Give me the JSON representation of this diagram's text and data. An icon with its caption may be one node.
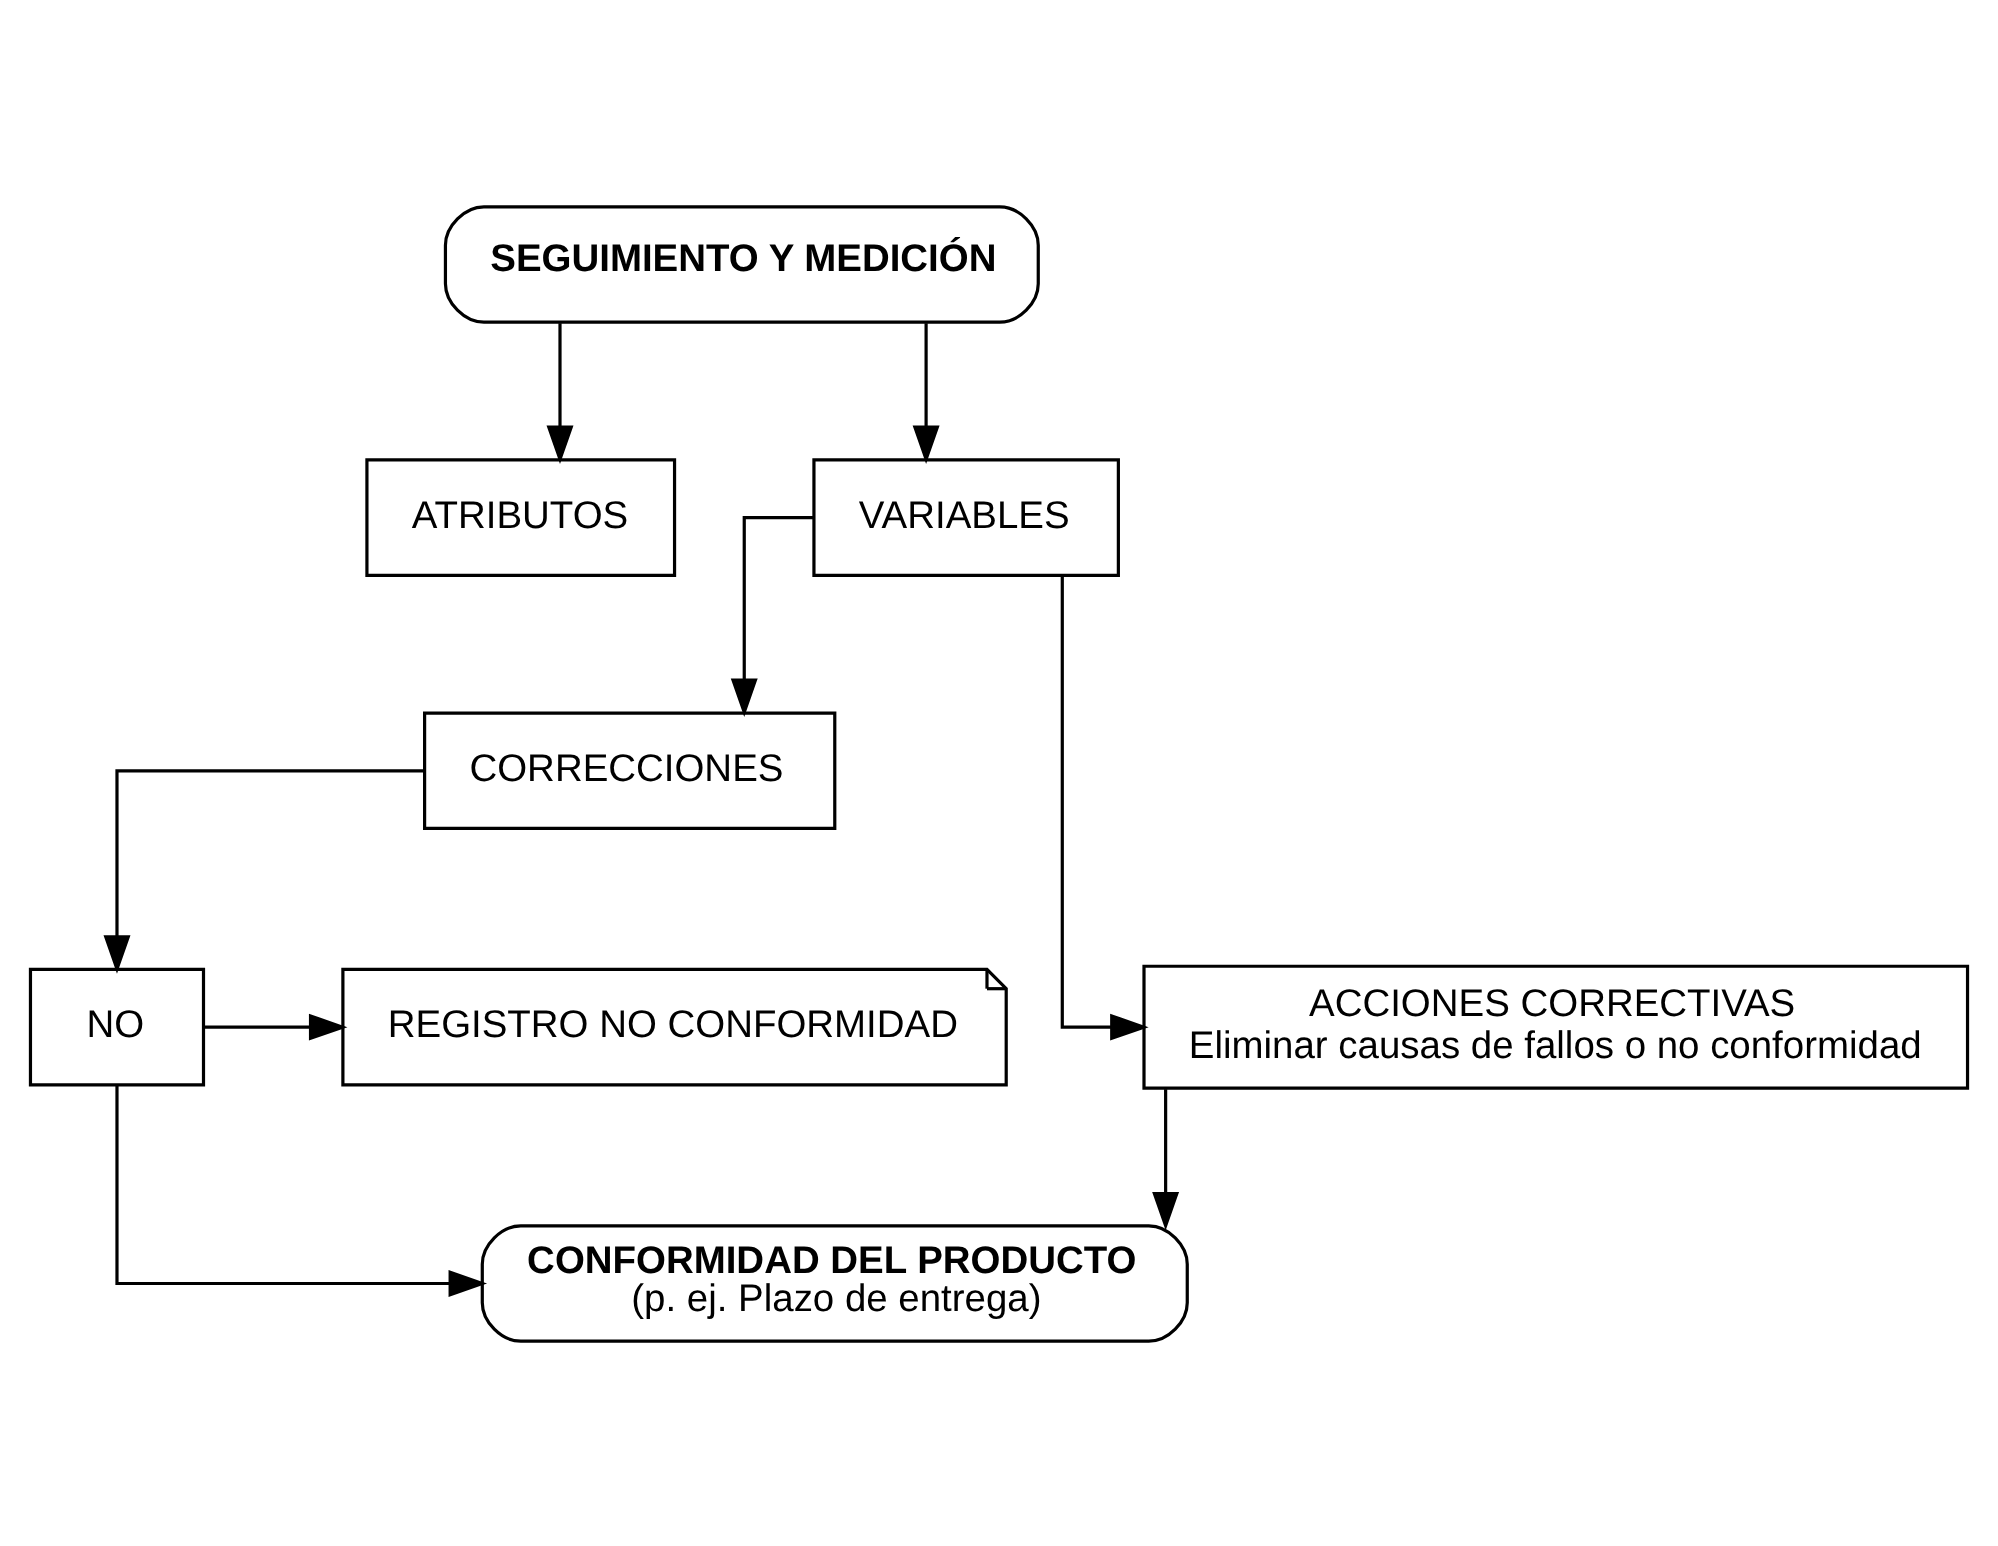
{
  "diagram": {
    "nodes": [
      {
        "text": [
          "SEGUIMIENTO Y MEDICIÓN"
        ]
      },
      {
        "text": [
          "ATRIBUTOS"
        ]
      },
      {
        "text": [
          "VARIABLES"
        ]
      },
      {
        "text": [
          "CORRECCIONES"
        ]
      },
      {
        "text": [
          "ACCIONES CORRECTIVAS",
          "Eliminar causas de fallos o no conformidad"
        ]
      },
      {
        "text": [
          "REGISTRO NO CONFORMIDAD"
        ]
      },
      {
        "text": [
          "NO"
        ]
      },
      {
        "text": [
          "CONFORMIDAD DEL PRODUCTO",
          "(p. ej. Plazo de entrega)"
        ]
      }
    ],
    "edges": [
      {
        "from": 0,
        "to": 1,
        "arrow": "to"
      },
      {
        "from": 0,
        "to": 2,
        "arrow": "to"
      },
      {
        "from": 2,
        "to": 3,
        "arrow": "to"
      },
      {
        "from": 2,
        "to": 4,
        "arrow": "to"
      },
      {
        "from": 3,
        "to": 6,
        "arrow": "to"
      },
      {
        "from": 6,
        "to": 5,
        "arrow": "to"
      },
      {
        "from": 6,
        "to": 7,
        "arrow": "to"
      },
      {
        "from": 4,
        "to": 7,
        "arrow": "to"
      }
    ]
  }
}
